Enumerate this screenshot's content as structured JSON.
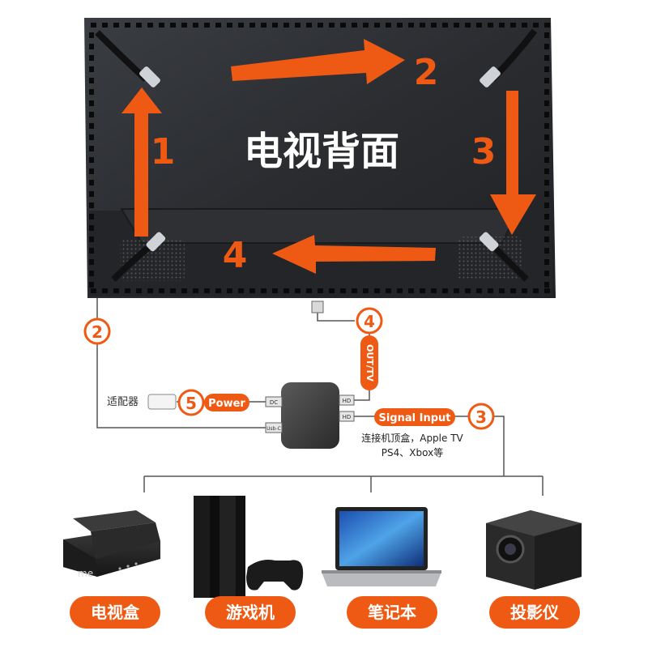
{
  "tv": {
    "title": "电视背面",
    "arrows": [
      {
        "number": "1"
      },
      {
        "number": "2"
      },
      {
        "number": "3"
      },
      {
        "number": "4"
      }
    ]
  },
  "hub": {
    "ports": {
      "dc": "DC",
      "hd_out": "HD",
      "hd_in": "HD",
      "usb": "Usb-C"
    }
  },
  "connections": {
    "step2": "2",
    "step3": "3",
    "step4": "4",
    "step5": "5",
    "out_tv": "OUT/TV",
    "power": "Power",
    "adapter": "适配器",
    "signal_input": "Signal Input",
    "signal_note_line1": "连接机顶盒，Apple TV",
    "signal_note_line2": "PS4、Xbox等"
  },
  "devices": [
    {
      "label": "电视盒",
      "icon": "tv-box-icon",
      "brand": "me"
    },
    {
      "label": "游戏机",
      "icon": "game-console-icon"
    },
    {
      "label": "笔记本",
      "icon": "laptop-icon"
    },
    {
      "label": "投影仪",
      "icon": "projector-icon"
    }
  ],
  "colors": {
    "accent": "#ee5a14",
    "tv_body": "#2b2d30",
    "hub_body": "#3a3a3a"
  }
}
